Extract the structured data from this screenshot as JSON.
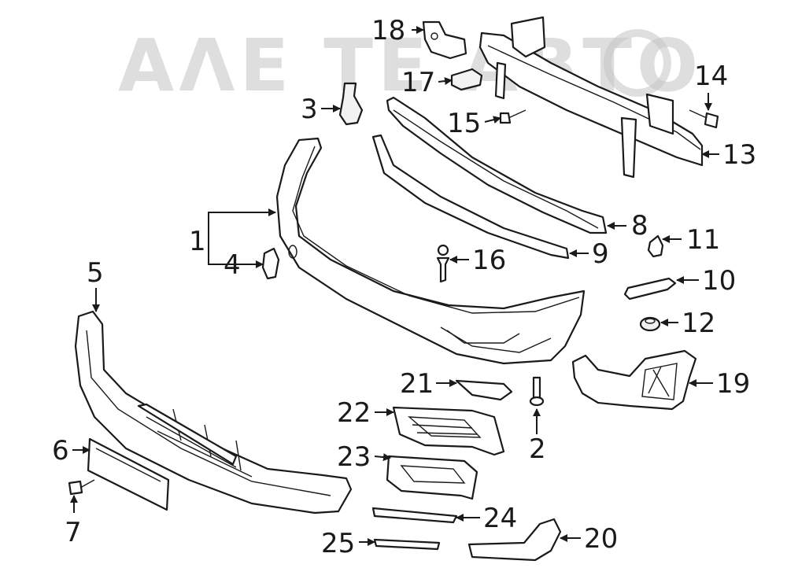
{
  "watermark": {
    "text": "ΑΛΕ ТЕ АВТО"
  },
  "callouts": {
    "c1": "1",
    "c2": "2",
    "c3": "3",
    "c4": "4",
    "c5": "5",
    "c6": "6",
    "c7": "7",
    "c8": "8",
    "c9": "9",
    "c10": "10",
    "c11": "11",
    "c12": "12",
    "c13": "13",
    "c14": "14",
    "c15": "15",
    "c16": "16",
    "c17": "17",
    "c18": "18",
    "c19": "19",
    "c20": "20",
    "c21": "21",
    "c22": "22",
    "c23": "23",
    "c24": "24",
    "c25": "25"
  },
  "colors": {
    "line": "#1a1a1a",
    "watermark": "#c4c4c4",
    "background": "#ffffff"
  }
}
